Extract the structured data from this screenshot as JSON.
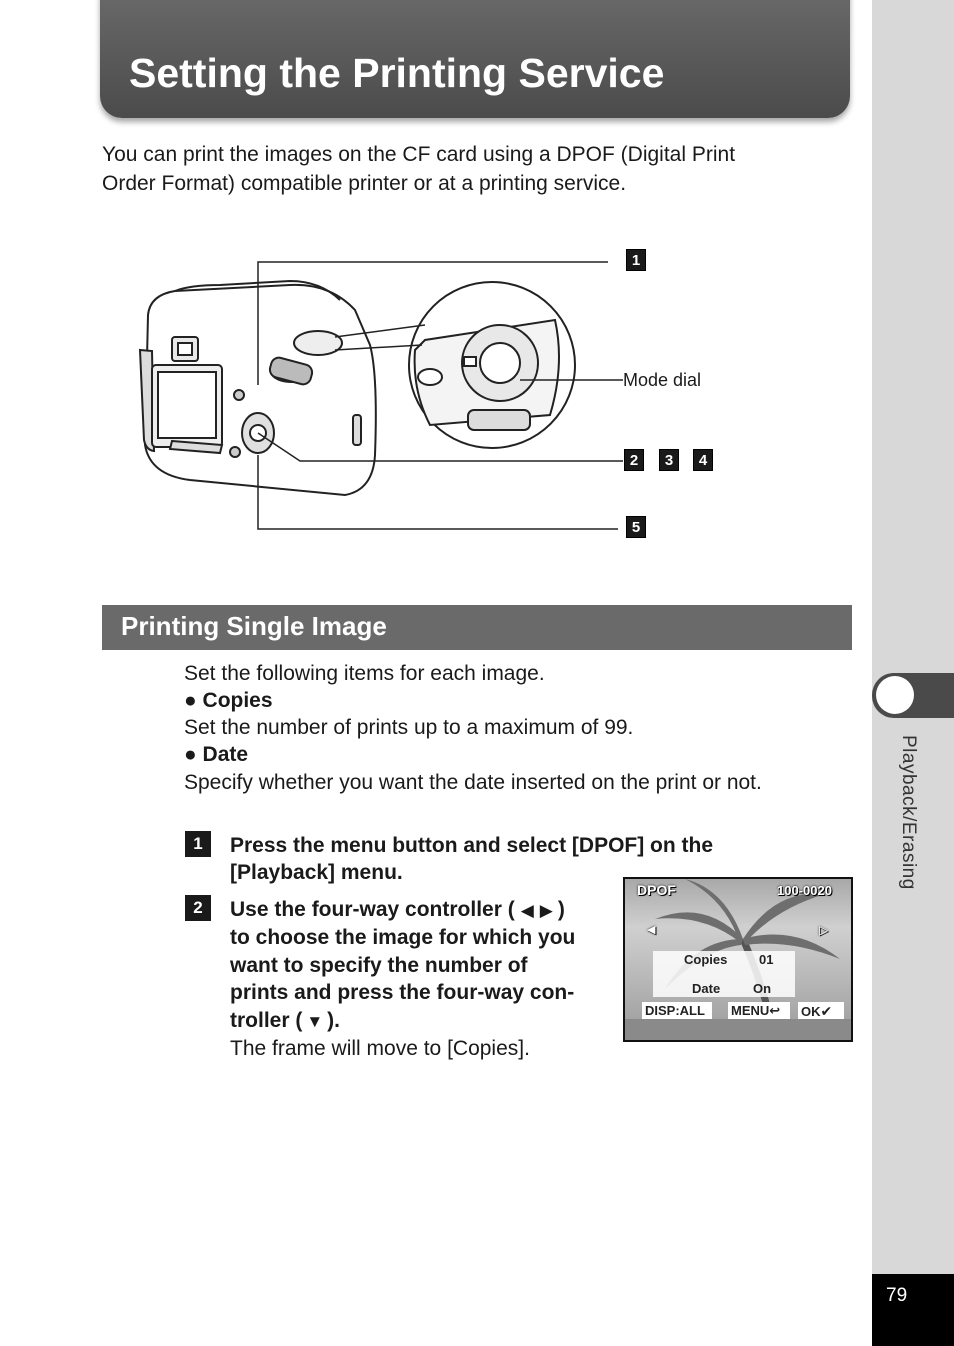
{
  "header": {
    "title": "Setting the Printing Service"
  },
  "intro": {
    "line1": "You can print the images on the CF card using a DPOF (Digital Print",
    "line2": "Order Format) compatible printer or at a printing service."
  },
  "diagram": {
    "callout_1": "1",
    "callout_2": "2",
    "callout_3": "3",
    "callout_4": "4",
    "callout_5": "5",
    "mode_dial_label": "Mode dial"
  },
  "section": {
    "title": "Printing Single Image"
  },
  "items": {
    "intro": "Set the following items for each image.",
    "copies_heading": "Copies",
    "copies_text": "Set the number of prints up to a maximum of 99.",
    "date_heading": "Date",
    "date_text": "Specify whether you want the date inserted on the print or not.",
    "bullet": "●"
  },
  "steps": [
    {
      "number": "1",
      "line1": "Press the menu button and select [DPOF] on the",
      "line2": "[Playback] menu."
    },
    {
      "number": "2",
      "line1a": "Use the four-way controller (",
      "left_arrow": "◀",
      "right_arrow": "▶",
      "line1b": ")",
      "line2": "to choose the image for which you",
      "line3": "want to specify the number of",
      "line4": "prints and press the four-way con-",
      "line5a": "troller (",
      "down_arrow": "▼",
      "line5b": ").",
      "note": "The frame will move to [Copies]."
    }
  ],
  "lcd": {
    "mode": "DPOF",
    "file_number": "100-0020",
    "left_arrow": "◀",
    "right_arrow": "▷",
    "copies_label": "Copies",
    "copies_value": "01",
    "date_label": "Date",
    "date_value": "On",
    "disp_button": "DISP:ALL",
    "menu_button": "MENU",
    "ok_button": "OK"
  },
  "sidebar": {
    "chapter": "Playback/Erasing",
    "page_number": "79"
  }
}
